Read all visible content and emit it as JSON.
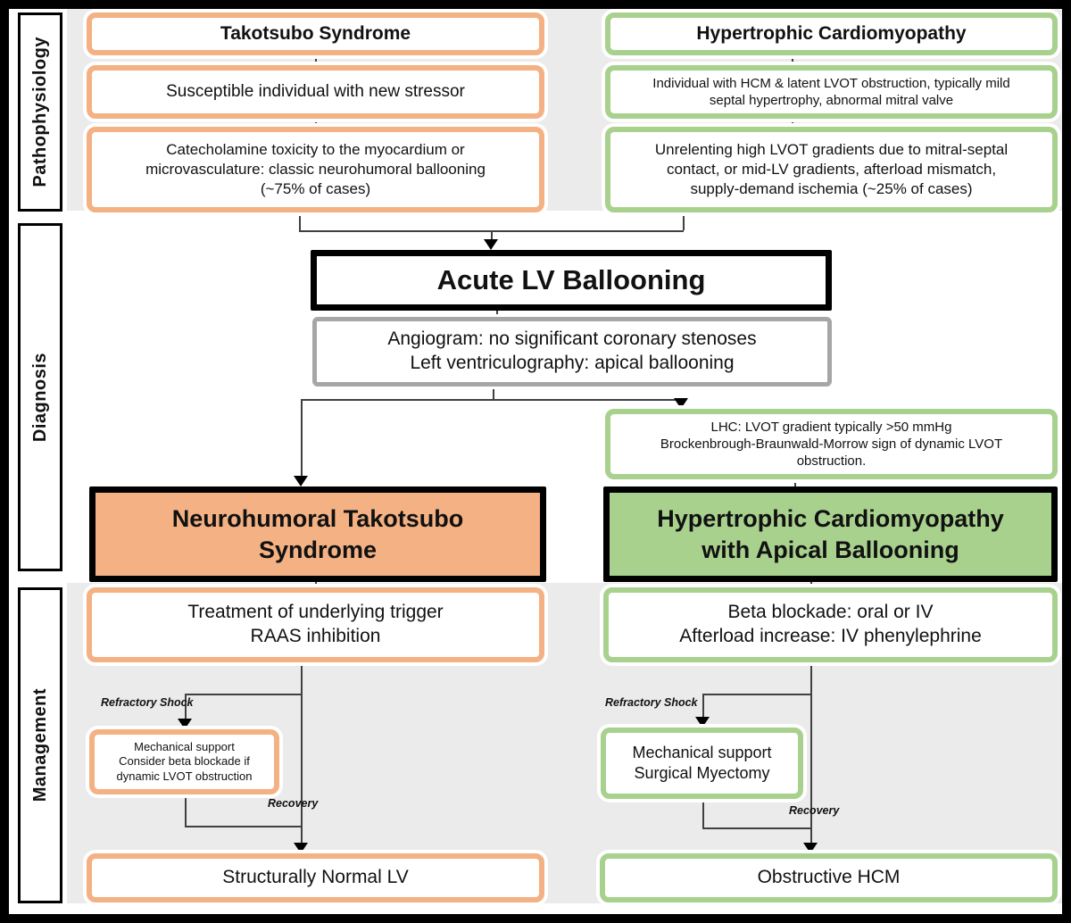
{
  "colors": {
    "orange": "#F4B183",
    "green": "#A9D18E",
    "gray_border": "#A6A6A6",
    "band_gray": "#EBEBEB",
    "frame_black": "#000000"
  },
  "sidebar": {
    "pathophysiology": "Pathophysiology",
    "diagnosis": "Diagnosis",
    "management": "Management"
  },
  "takotsubo": {
    "title": "Takotsubo Syndrome",
    "susceptible": "Susceptible individual with new stressor",
    "catecholamine": "Catecholamine toxicity to the myocardium or\nmicrovasculature: classic neurohumoral ballooning\n(~75% of cases)",
    "diagnosis": "Neurohumoral Takotsubo\nSyndrome",
    "treatment": "Treatment of underlying trigger\nRAAS inhibition",
    "mechanical": "Mechanical support\nConsider beta blockade if\ndynamic LVOT obstruction",
    "outcome": "Structurally Normal LV"
  },
  "hcm": {
    "title": "Hypertrophic Cardiomyopathy",
    "individual": "Individual with HCM & latent LVOT obstruction, typically mild\nseptal hypertrophy, abnormal mitral valve",
    "unrelenting": "Unrelenting high LVOT gradients due to mitral-septal\ncontact, or mid-LV gradients, afterload mismatch,\nsupply-demand ischemia (~25% of cases)",
    "lhc": "LHC: LVOT gradient typically >50 mmHg\nBrockenbrough-Braunwald-Morrow sign of dynamic LVOT\nobstruction.",
    "diagnosis": "Hypertrophic Cardiomyopathy\nwith Apical Ballooning",
    "treatment": "Beta blockade: oral or IV\nAfterload increase: IV phenylephrine",
    "mechanical": "Mechanical support\nSurgical Myectomy",
    "outcome": "Obstructive HCM"
  },
  "center": {
    "acute": "Acute LV Ballooning",
    "angiogram": "Angiogram: no significant coronary stenoses\nLeft ventriculography: apical ballooning"
  },
  "flow_labels": {
    "refractory": "Refractory Shock",
    "recovery": "Recovery"
  }
}
